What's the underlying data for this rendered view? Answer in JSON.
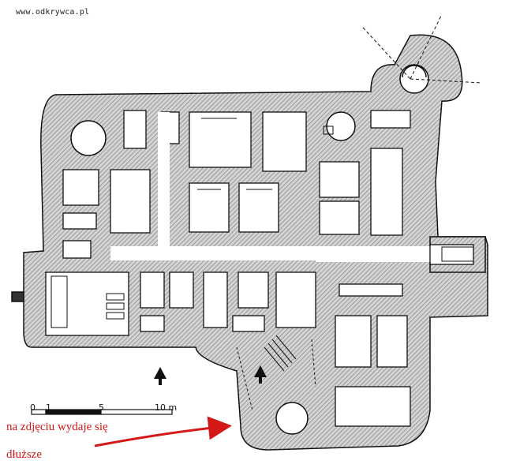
{
  "watermark": "www.odkrywca.pl",
  "annotation": {
    "line1": "na zdjęciu wydaje się",
    "line2": "dłuższe",
    "color": "#d41818"
  },
  "scale_bar": {
    "labels": [
      "0",
      "1",
      "5",
      "10 m"
    ]
  },
  "colors": {
    "wall_hatch": "#8a8a8a",
    "wall_base": "#d9d9d9",
    "room": "#ffffff",
    "line": "#111111"
  }
}
